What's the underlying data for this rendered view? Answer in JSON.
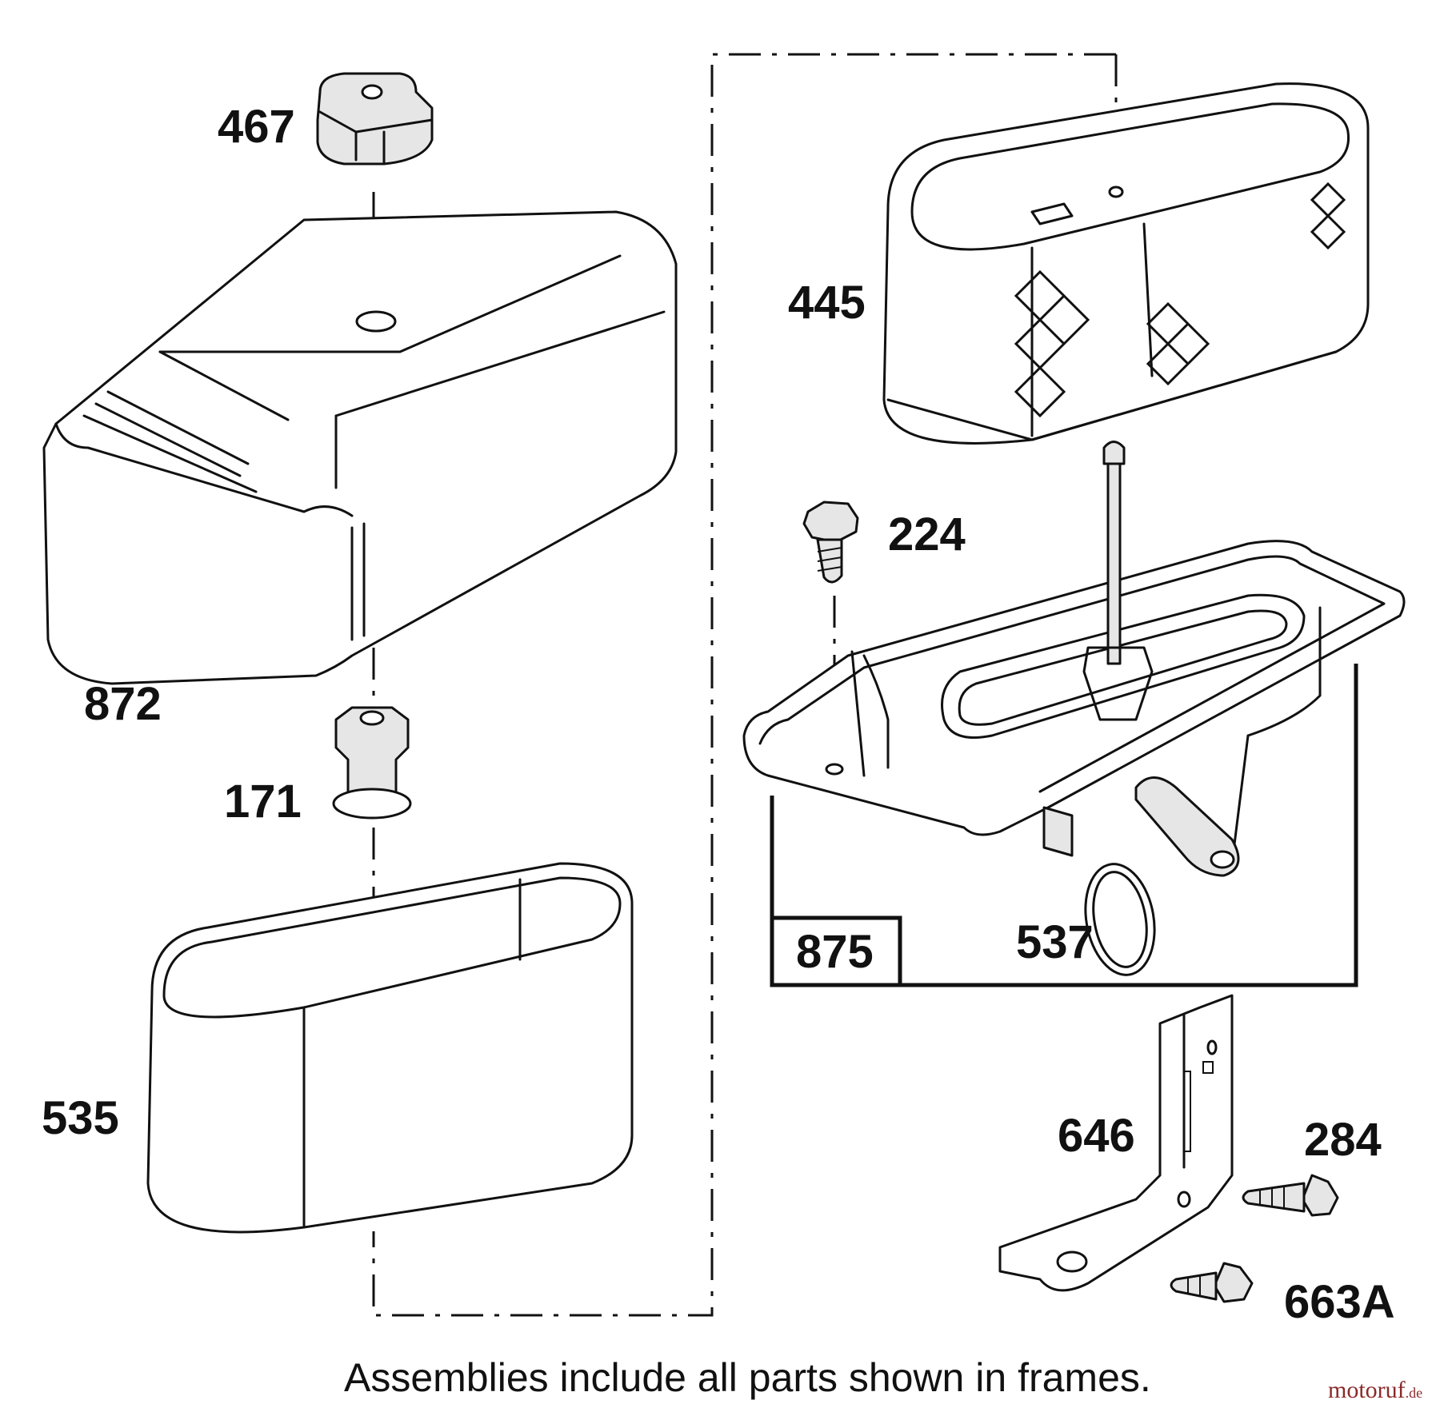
{
  "labels": {
    "p467": "467",
    "p872": "872",
    "p171": "171",
    "p535": "535",
    "p445": "445",
    "p224": "224",
    "p875": "875",
    "p537": "537",
    "p646": "646",
    "p284": "284",
    "p663a": "663A"
  },
  "note": "Assemblies include all parts shown in frames.",
  "watermark": {
    "main": "motoruf",
    "suffix": ".de",
    "color": "#8b2a2a"
  }
}
